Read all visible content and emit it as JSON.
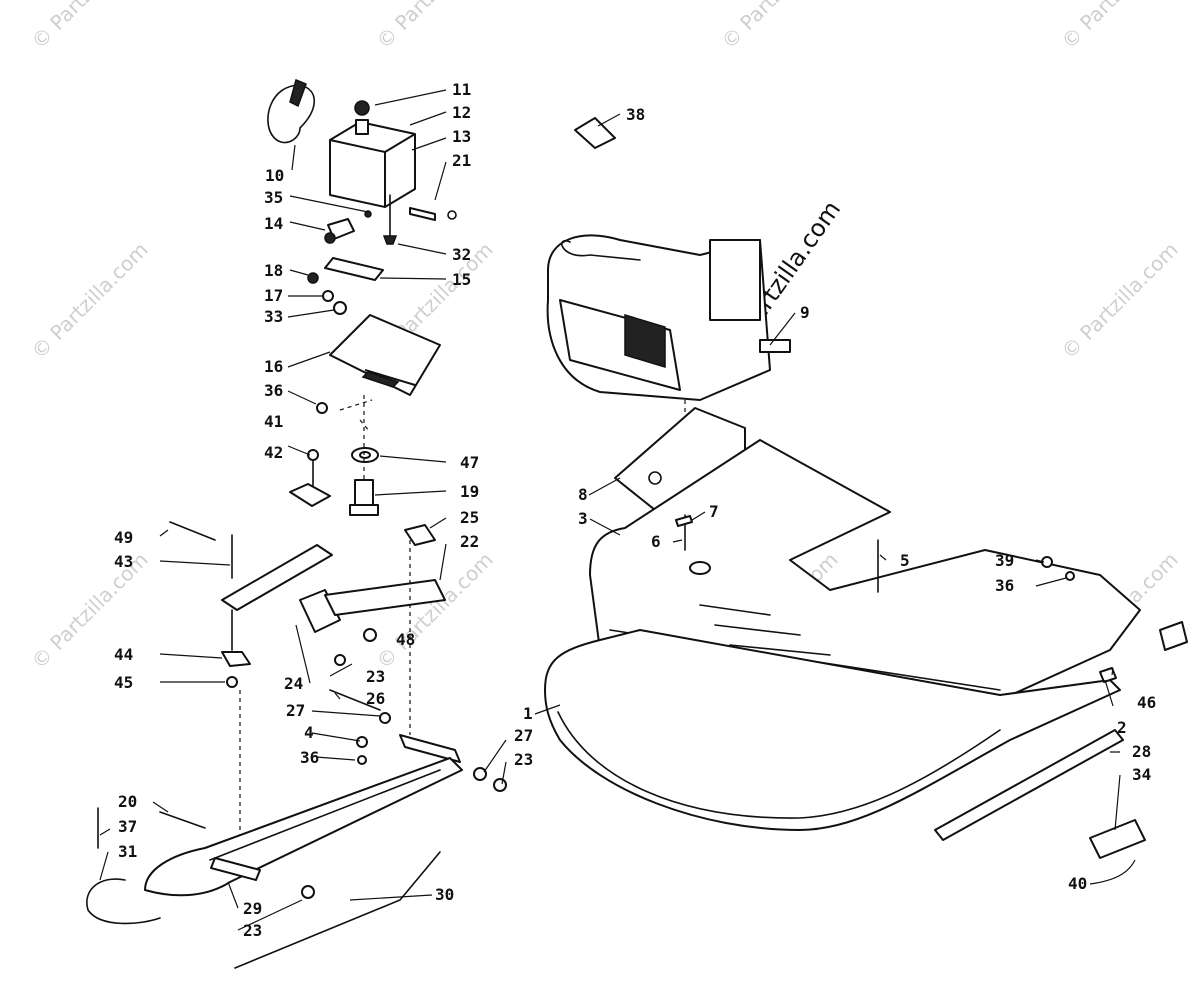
{
  "watermark": "© Partzilla.com",
  "callouts": [
    "1",
    "2",
    "3",
    "4",
    "5",
    "6",
    "7",
    "8",
    "9",
    "10",
    "11",
    "12",
    "13",
    "14",
    "15",
    "16",
    "17",
    "18",
    "19",
    "20",
    "21",
    "22",
    "23",
    "24",
    "25",
    "26",
    "27",
    "28",
    "29",
    "30",
    "31",
    "32",
    "33",
    "34",
    "35",
    "36",
    "37",
    "38",
    "39",
    "40",
    "41",
    "42",
    "43",
    "44",
    "45",
    "46",
    "47",
    "48",
    "49"
  ],
  "repeat_labels": {
    "23": "23",
    "27": "27",
    "36": "36"
  }
}
